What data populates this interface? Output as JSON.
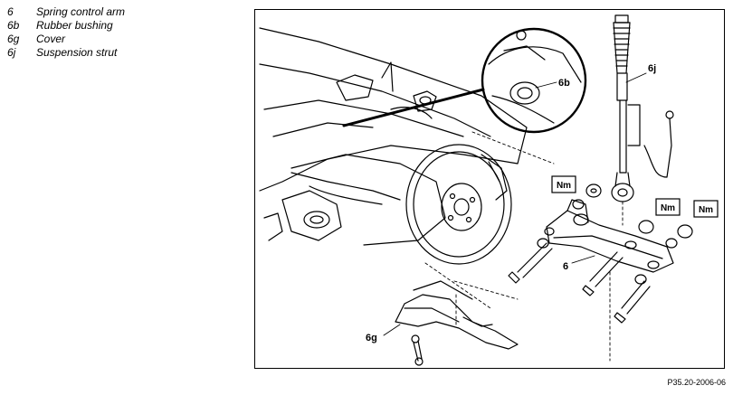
{
  "legend": [
    {
      "key": "6",
      "text": "Spring control arm"
    },
    {
      "key": "6b",
      "text": "Rubber bushing"
    },
    {
      "key": "6g",
      "text": "Cover"
    },
    {
      "key": "6j",
      "text": "Suspension strut"
    }
  ],
  "figure": {
    "callouts": {
      "detail": "6b",
      "strut": "6j",
      "arm": "6",
      "cover": "6g"
    },
    "torque_badges": [
      "Nm",
      "Nm",
      "Nm"
    ]
  },
  "caption": "P35.20-2006-06"
}
